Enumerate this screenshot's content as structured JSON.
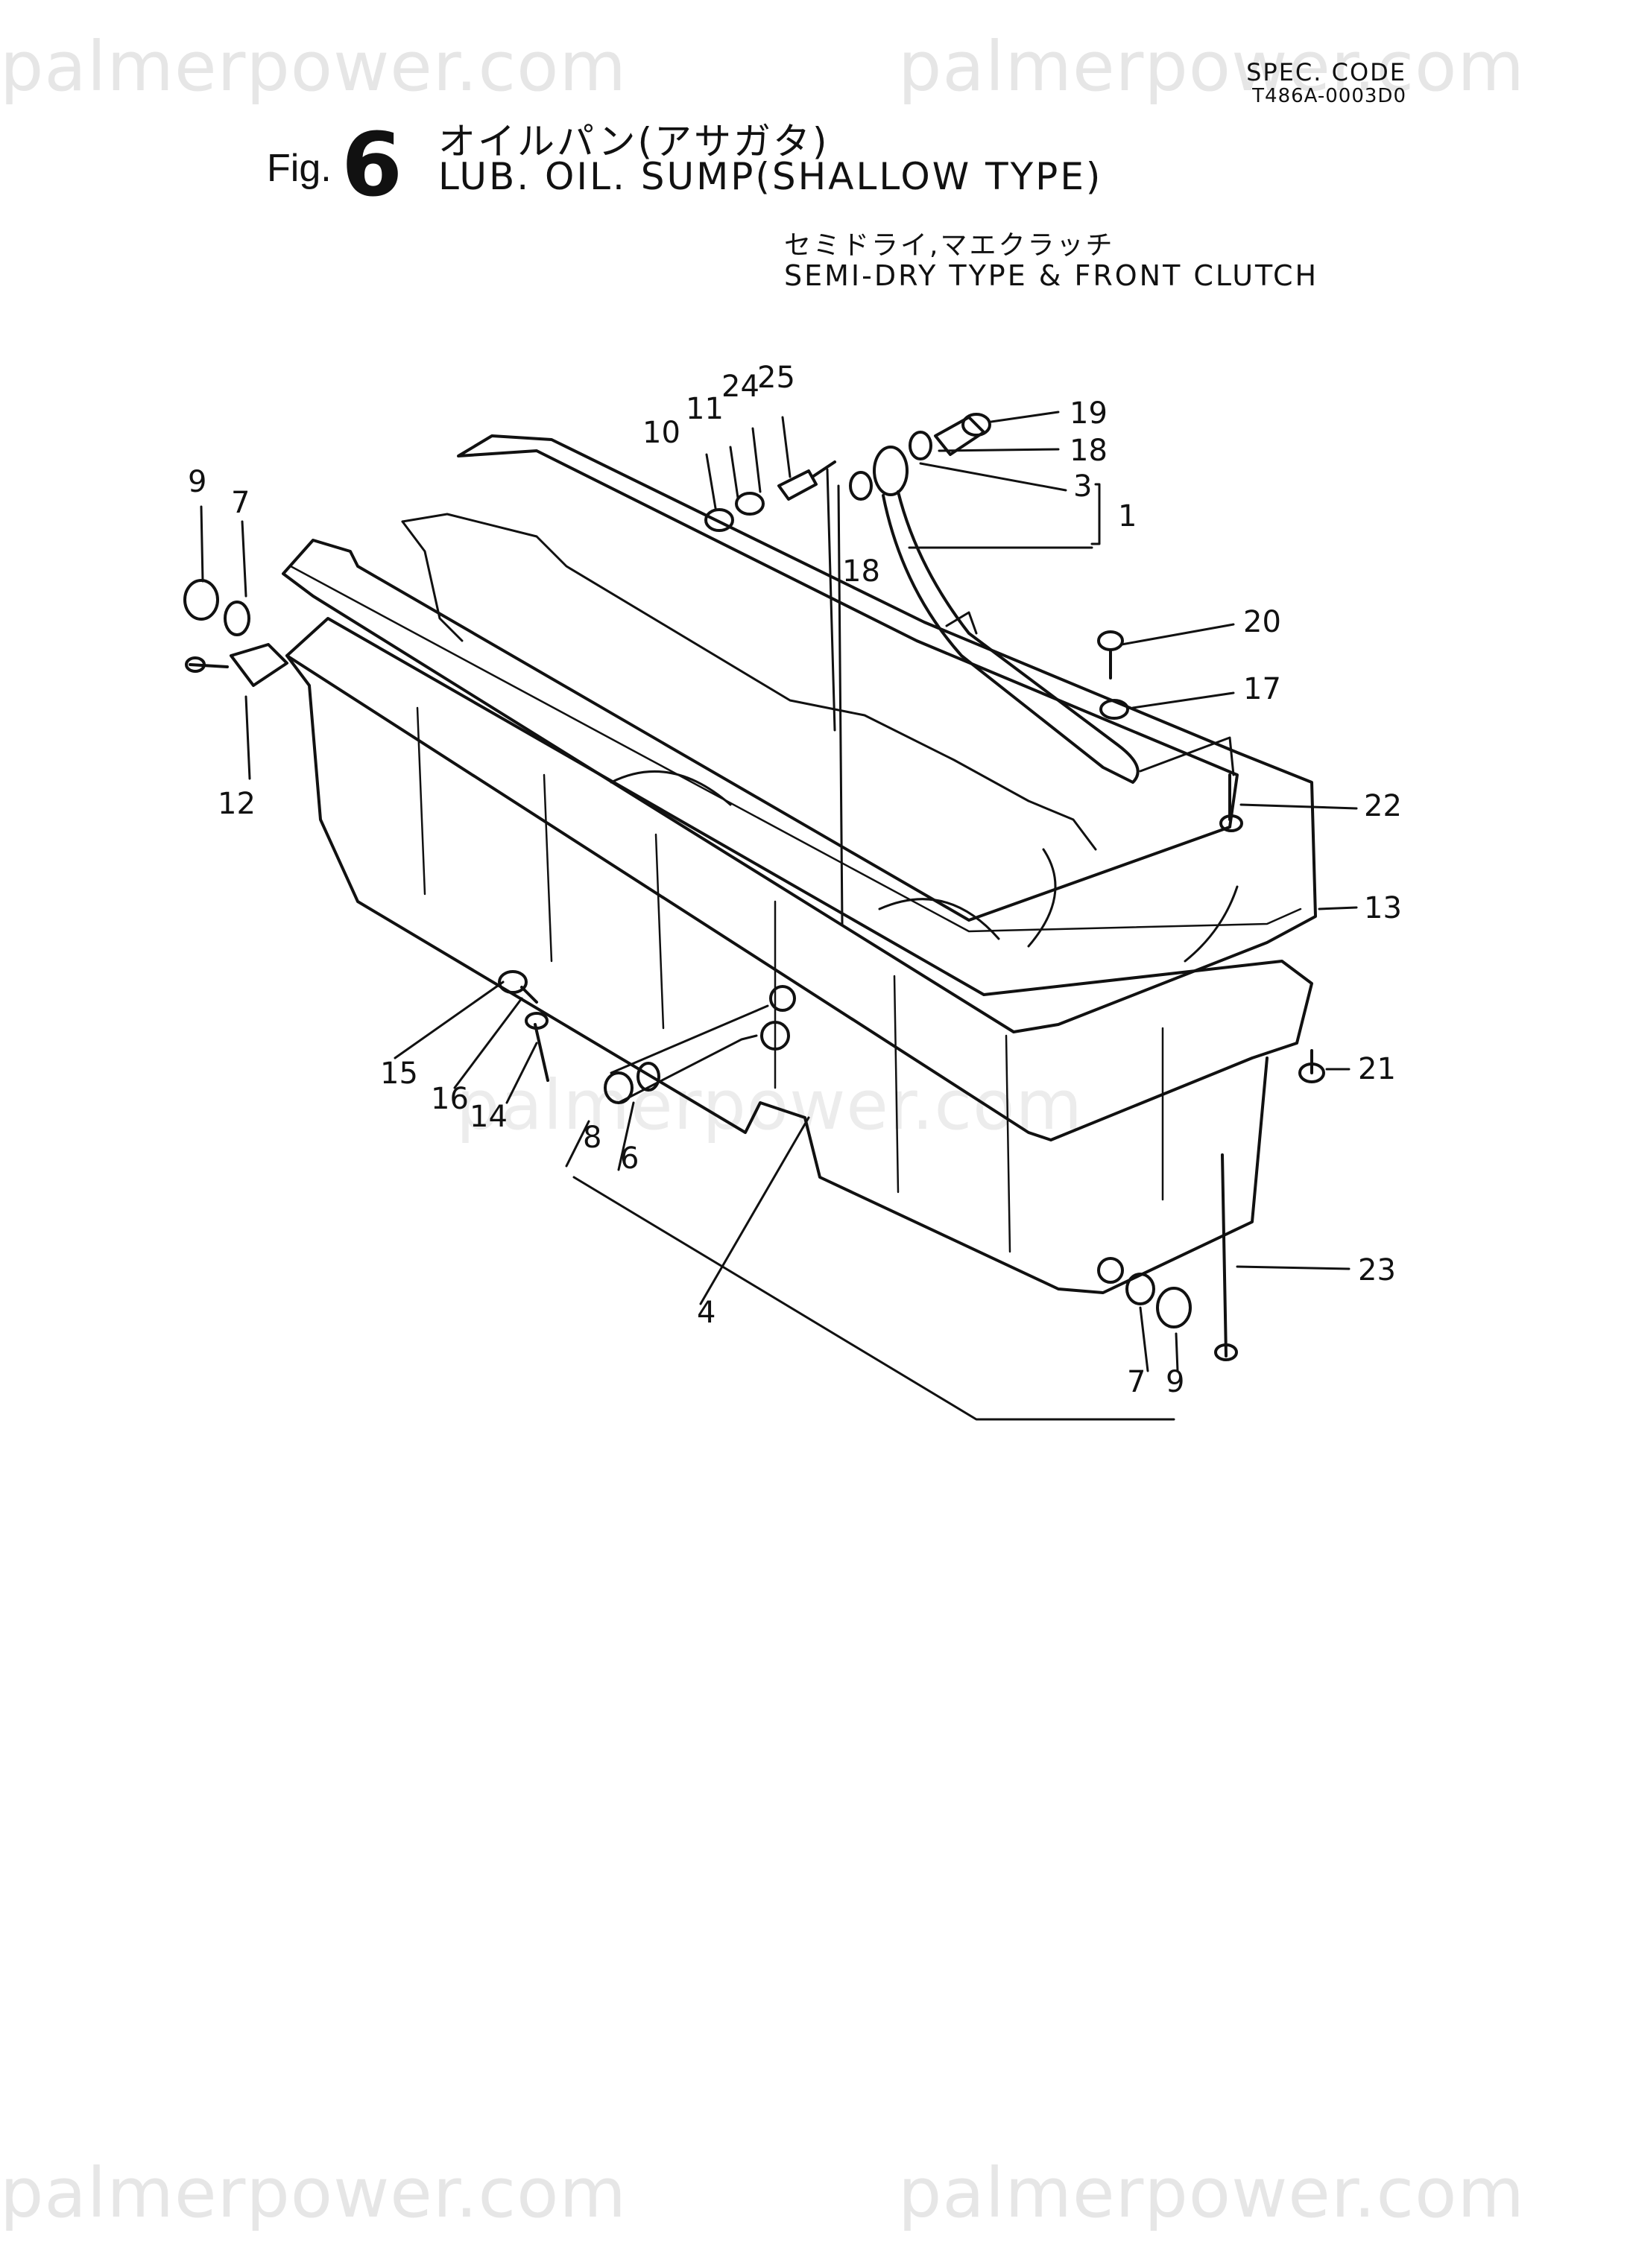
{
  "watermark": "palmerpower.com",
  "spec": {
    "label": "SPEC. CODE",
    "code": "T486A-0003D0"
  },
  "figure": {
    "fig_word": "Fig.",
    "fig_number": "6",
    "title_jp": "オイルパン(アサガタ)",
    "title_en": "LUB. OIL. SUMP(SHALLOW TYPE)",
    "subtitle_jp": "セミドライ,マエクラッチ",
    "subtitle_en": "SEMI-DRY TYPE & FRONT CLUTCH"
  },
  "callouts": {
    "c1": "1",
    "c3": "3",
    "c4": "4",
    "c6": "6",
    "c7a": "7",
    "c7b": "7",
    "c8": "8",
    "c9a": "9",
    "c9b": "9",
    "c10": "10",
    "c11": "11",
    "c12": "12",
    "c13": "13",
    "c14": "14",
    "c15": "15",
    "c16": "16",
    "c17": "17",
    "c18a": "18",
    "c18b": "18",
    "c19": "19",
    "c20": "20",
    "c21": "21",
    "c22": "22",
    "c23": "23",
    "c24": "24",
    "c25": "25"
  }
}
